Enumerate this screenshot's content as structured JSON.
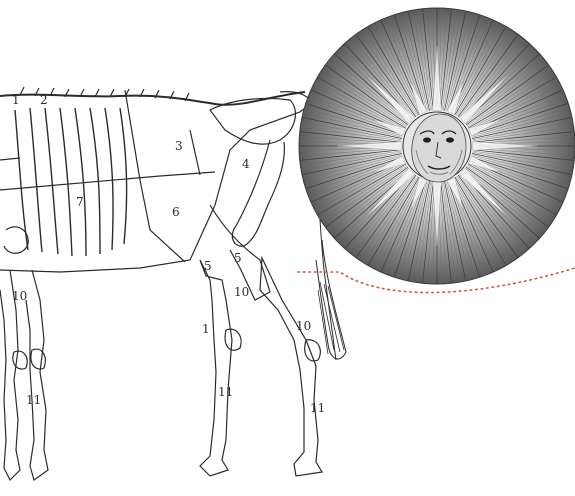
{
  "collage": {
    "region_labels": [
      {
        "key": "r1",
        "text": "1"
      },
      {
        "key": "r2",
        "text": "2"
      },
      {
        "key": "r3",
        "text": "3"
      },
      {
        "key": "r4",
        "text": "4"
      },
      {
        "key": "r5",
        "text": "5"
      },
      {
        "key": "r6",
        "text": "6"
      },
      {
        "key": "r7",
        "text": "7"
      },
      {
        "key": "r8",
        "text": "5"
      },
      {
        "key": "r9",
        "text": "10"
      },
      {
        "key": "r10",
        "text": "10"
      },
      {
        "key": "r11",
        "text": "10"
      },
      {
        "key": "r12",
        "text": "11"
      },
      {
        "key": "r13",
        "text": "11"
      },
      {
        "key": "r14",
        "text": "11"
      },
      {
        "key": "r15",
        "text": "1"
      }
    ],
    "colors": {
      "ink": "#2b2b2b",
      "paper": "#ffffff",
      "sun_bg": "#6e6e6e",
      "sun_glow": "#f2f2f2",
      "dotted_arc": "#d0553a"
    },
    "elements": {
      "skeleton": "horse-skeleton-illustration",
      "sun": "engraved-sun-face",
      "arc": "dotted-orbit-arc"
    }
  }
}
